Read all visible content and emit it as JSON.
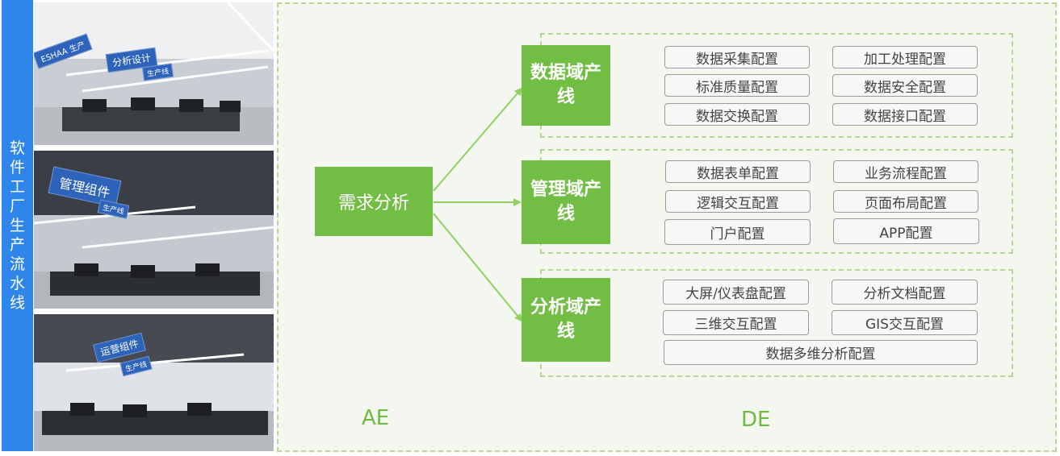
{
  "sidebar": {
    "title": "软件工厂生产流水线"
  },
  "photos": [
    {
      "sign": "分析设计",
      "sign_small": "生产线",
      "wall_sign": "ESHAA 生产"
    },
    {
      "sign": "管理组件",
      "sign_small": "生产线"
    },
    {
      "sign": "运营组件",
      "sign_small": "生产线"
    }
  ],
  "diagram": {
    "requirement": "需求分析",
    "domains": [
      {
        "label": "数据域产线",
        "configs": [
          "数据采集配置",
          "加工处理配置",
          "标准质量配置",
          "数据安全配置",
          "数据交换配置",
          "数据接口配置"
        ]
      },
      {
        "label": "管理域产线",
        "configs": [
          "数据表单配置",
          "业务流程配置",
          "逻辑交互配置",
          "页面布局配置",
          "门户配置",
          "APP配置"
        ]
      },
      {
        "label": "分析域产线",
        "configs": [
          "大屏/仪表盘配置",
          "分析文档配置",
          "三维交互配置",
          "GIS交互配置",
          "数据多维分析配置"
        ]
      }
    ],
    "footer_left": "AE",
    "footer_right": "DE"
  },
  "colors": {
    "accent_green": "#72bd43",
    "sidebar_blue": "#2f86ea",
    "dashed_border": "#b6d98f",
    "arrow": "#8fd160"
  }
}
